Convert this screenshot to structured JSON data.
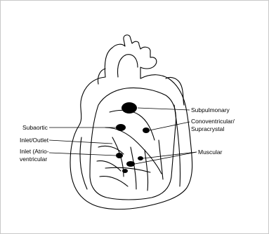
{
  "diagram": {
    "labels": {
      "subpulmonary": "Subpulmonary",
      "conoventricular_line1": "Conoventricular/",
      "conoventricular_line2": "Supracrystal",
      "subaortic": "Subaortic",
      "inlet_outlet": "Inlet/Outlet",
      "inlet_line1": "Inlet (Atrio-",
      "inlet_line2": "ventricular",
      "muscular": "Muscular"
    },
    "colors": {
      "ink": "#000000",
      "background": "#ffffff",
      "frame": "#c8c8c8"
    }
  }
}
